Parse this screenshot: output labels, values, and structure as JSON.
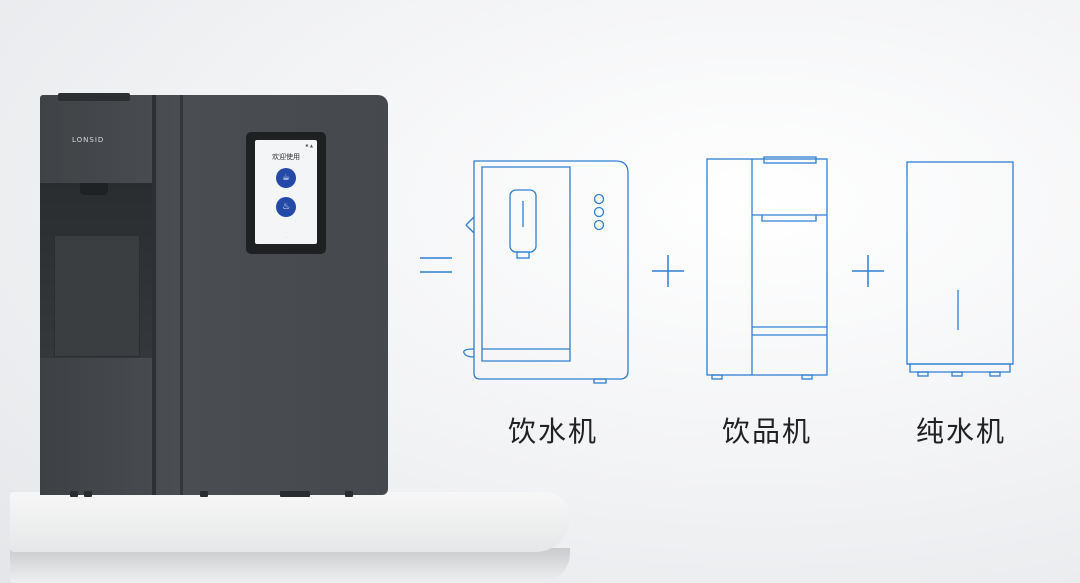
{
  "device": {
    "brand": "LONSID",
    "screen_title": "欢迎使用",
    "screen_buttons": [
      "cup-icon",
      "kettle-icon"
    ]
  },
  "equation": {
    "equals": "=",
    "plus": "+",
    "items": [
      {
        "label": "饮水机",
        "icon": "water-dispenser-icon"
      },
      {
        "label": "饮品机",
        "icon": "beverage-machine-icon"
      },
      {
        "label": "纯水机",
        "icon": "water-purifier-icon"
      }
    ]
  },
  "colors": {
    "device": "#45494d",
    "line_art": "#2f7fd0",
    "screen_button": "#244aa8"
  }
}
